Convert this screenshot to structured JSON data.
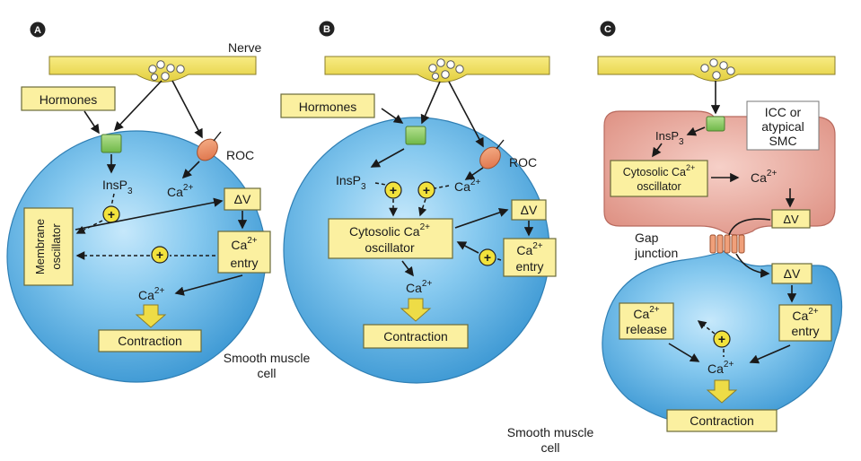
{
  "panels": {
    "a": {
      "letter": "A",
      "nerve": "Nerve",
      "hormones": "Hormones",
      "roc": "ROC",
      "insp": "InsP",
      "insp_sub": "3",
      "ca": "Ca",
      "ca_sup": "2+",
      "delta_v": "ΔV",
      "membrane_l1": "Membrane",
      "membrane_l2": "oscillator",
      "entry_ca": "Ca",
      "entry_sup": "2+",
      "entry_word": "entry",
      "ca_lower": "Ca",
      "ca_lower_sup": "2+",
      "contraction": "Contraction",
      "cell_l1": "Smooth muscle",
      "cell_l2": "cell"
    },
    "b": {
      "letter": "B",
      "hormones": "Hormones",
      "roc": "ROC",
      "insp": "InsP",
      "insp_sub": "3",
      "ca": "Ca",
      "ca_sup": "2+",
      "osc_l1": "Cytosolic Ca",
      "osc_sup": "2+",
      "osc_l2": "oscillator",
      "delta_v": "ΔV",
      "entry_ca": "Ca",
      "entry_sup": "2+",
      "entry_word": "entry",
      "ca_lower": "Ca",
      "ca_lower_sup": "2+",
      "contraction": "Contraction"
    },
    "c": {
      "letter": "C",
      "insp": "InsP",
      "insp_sub": "3",
      "icc_l1": "ICC or",
      "icc_l2": "atypical",
      "icc_l3": "SMC",
      "osc_l1": "Cytosolic Ca",
      "osc_sup": "2+",
      "osc_l2": "oscillator",
      "ca": "Ca",
      "ca_sup": "2+",
      "delta_v_top": "ΔV",
      "gap_l1": "Gap",
      "gap_l2": "junction",
      "delta_v": "ΔV",
      "release_ca": "Ca",
      "release_sup": "2+",
      "release_word": "release",
      "entry_ca": "Ca",
      "entry_sup": "2+",
      "entry_word": "entry",
      "ca_lower": "Ca",
      "ca_lower_sup": "2+",
      "contraction": "Contraction",
      "cell_l1": "Smooth muscle",
      "cell_l2": "cell"
    }
  },
  "colors": {
    "nerve_bar": "#f3e46a",
    "label_box": "#fbf0a0",
    "cell_blue": "#5fb2e2",
    "icc_pink": "#e9a89c",
    "receptor_green": "#8fce6a",
    "roc_orange": "#ee9064",
    "plus_circle": "#f2e23c",
    "contraction_arrow": "#eedc46"
  }
}
